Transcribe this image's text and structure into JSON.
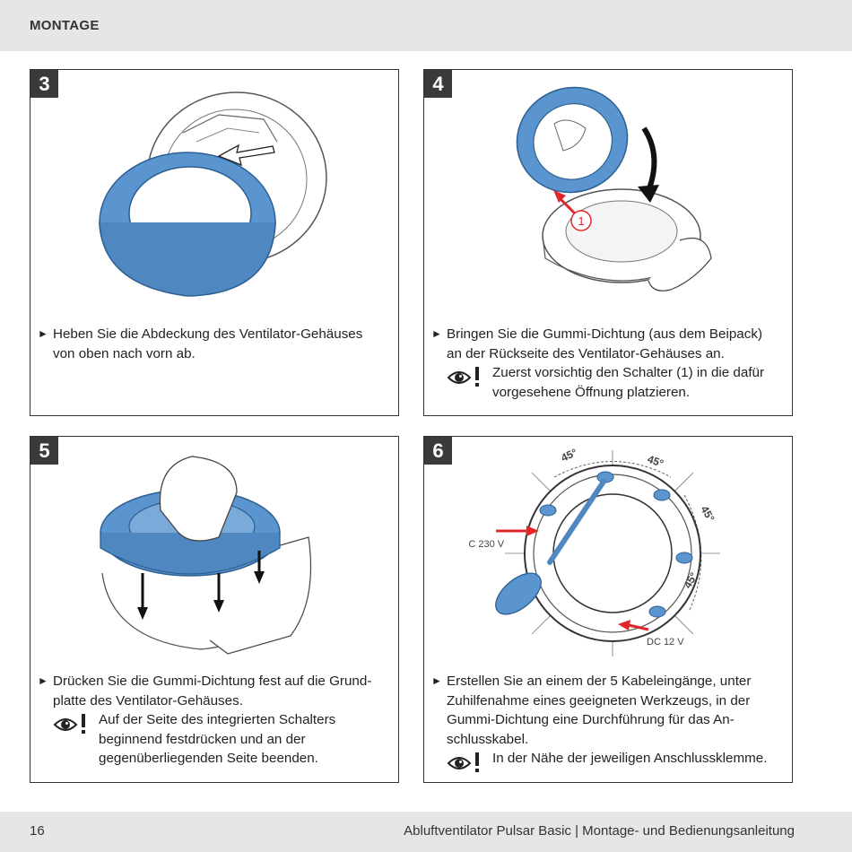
{
  "header": {
    "title": "MONTAGE"
  },
  "footer": {
    "page_number": "16",
    "title": "Abluftventilator Pulsar Basic | Montage- und Bedienungsanleitung"
  },
  "steps": [
    {
      "number": "3",
      "bullet": "►",
      "lines": [
        "Heben Sie die Abdeckung des Ventilator-Gehäuses",
        "von oben nach vorn ab."
      ],
      "note_lines": []
    },
    {
      "number": "4",
      "bullet": "►",
      "lines": [
        "Bringen Sie die Gummi-Dichtung (aus dem Beipack)",
        "an der Rückseite des Ventilator-Gehäuses an."
      ],
      "note_lines": [
        "Zuerst vorsichtig den Schalter (1) in die dafür",
        "vorgesehene Öffnung platzieren."
      ],
      "callout": "1"
    },
    {
      "number": "5",
      "bullet": "►",
      "lines": [
        "Drücken Sie die Gummi-Dichtung fest auf die Grund-",
        "platte des Ventilator-Gehäuses."
      ],
      "note_lines": [
        "Auf der Seite des integrierten Schalters",
        "beginnend festdrücken und an der",
        "gegenüberliegenden Seite beenden."
      ]
    },
    {
      "number": "6",
      "bullet": "►",
      "lines": [
        "Erstellen Sie an einem der 5 Kabeleingänge, unter",
        "Zuhilfenahme eines geeigneten Werkzeugs, in der",
        "Gummi-Dichtung eine Durchführung für das An-",
        "schlusskabel."
      ],
      "note_lines": [
        "In der Nähe der jeweiligen Anschlussklemme."
      ],
      "labels": {
        "ac": "AC 230 V",
        "dc": "DC 12 V",
        "angle": "45°"
      }
    }
  ],
  "colors": {
    "seal_blue": "#5b95cf",
    "arrow_red": "#e0262b",
    "badge": "#3a3a3a",
    "bar": "#e6e6e6"
  },
  "icons": {
    "note": "eye-attention-icon",
    "bullet": "triangle-right-icon"
  }
}
